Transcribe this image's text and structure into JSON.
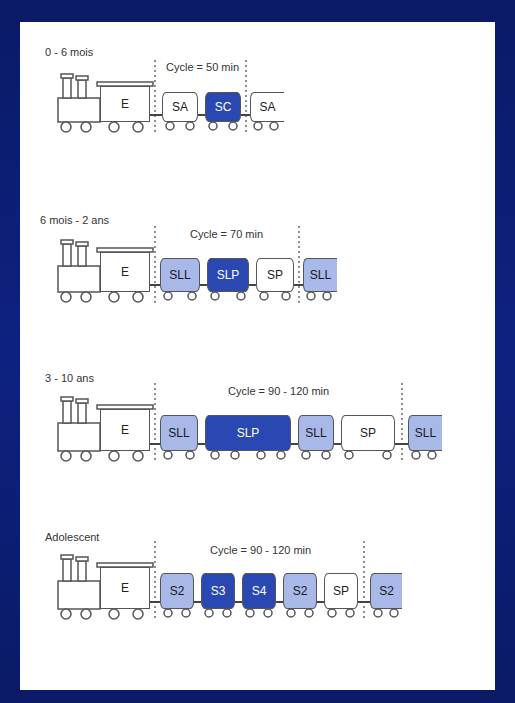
{
  "diagram": {
    "nodes": [
      {
        "text": [
          "E"
        ]
      },
      {
        "text": [
          "SA"
        ]
      },
      {
        "text": [
          "SC"
        ]
      },
      {
        "text": [
          "SA"
        ]
      },
      {
        "text": [
          "E"
        ]
      },
      {
        "text": [
          "SLL"
        ]
      },
      {
        "text": [
          "SLP"
        ]
      },
      {
        "text": [
          "SP"
        ]
      },
      {
        "text": [
          "SLL"
        ]
      },
      {
        "text": [
          "E"
        ]
      },
      {
        "text": [
          "SLL"
        ]
      },
      {
        "text": [
          "SLP"
        ]
      },
      {
        "text": [
          "SLL"
        ]
      },
      {
        "text": [
          "SP"
        ]
      },
      {
        "text": [
          "SLL"
        ]
      },
      {
        "text": [
          "E"
        ]
      },
      {
        "text": [
          "S2"
        ]
      },
      {
        "text": [
          "S3"
        ]
      },
      {
        "text": [
          "S4"
        ]
      },
      {
        "text": [
          "S2"
        ]
      },
      {
        "text": [
          "SP"
        ]
      },
      {
        "text": [
          "S2"
        ]
      }
    ],
    "edges": [
      {
        "from": 0,
        "to": 1,
        "arrow": "none"
      },
      {
        "from": 1,
        "to": 2,
        "arrow": "none"
      },
      {
        "from": 2,
        "to": 3,
        "arrow": "none"
      },
      {
        "from": 4,
        "to": 5,
        "arrow": "none"
      },
      {
        "from": 5,
        "to": 6,
        "arrow": "none"
      },
      {
        "from": 6,
        "to": 7,
        "arrow": "none"
      },
      {
        "from": 7,
        "to": 8,
        "arrow": "none"
      },
      {
        "from": 9,
        "to": 10,
        "arrow": "none"
      },
      {
        "from": 10,
        "to": 11,
        "arrow": "none"
      },
      {
        "from": 11,
        "to": 12,
        "arrow": "none"
      },
      {
        "from": 12,
        "to": 13,
        "arrow": "none"
      },
      {
        "from": 13,
        "to": 14,
        "arrow": "none"
      },
      {
        "from": 15,
        "to": 16,
        "arrow": "none"
      },
      {
        "from": 16,
        "to": 17,
        "arrow": "none"
      },
      {
        "from": 17,
        "to": 18,
        "arrow": "none"
      },
      {
        "from": 18,
        "to": 19,
        "arrow": "none"
      },
      {
        "from": 19,
        "to": 20,
        "arrow": "none"
      },
      {
        "from": 20,
        "to": 21,
        "arrow": "none"
      }
    ],
    "labels": [
      "0 - 6 mois",
      "Cycle = 50 min",
      "6 mois - 2 ans",
      "Cycle = 70 min",
      "3 - 10 ans",
      "Cycle = 90 - 120 min",
      "Adolescent",
      "Cycle = 90 - 120 min"
    ]
  }
}
